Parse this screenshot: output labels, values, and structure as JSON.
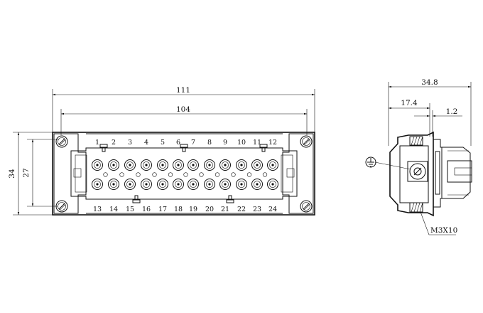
{
  "front_view": {
    "dims": {
      "overall_width": "111",
      "pin_span": "104",
      "overall_height": "34",
      "inner_height": "27"
    },
    "pins_top": [
      "1",
      "2",
      "3",
      "4",
      "5",
      "6",
      "7",
      "8",
      "9",
      "10",
      "11",
      "12"
    ],
    "pins_bottom": [
      "13",
      "14",
      "15",
      "16",
      "17",
      "18",
      "19",
      "20",
      "21",
      "22",
      "23",
      "24"
    ]
  },
  "side_view": {
    "dims": {
      "depth": "34.8",
      "half_depth": "17.4",
      "offset": "1.2"
    },
    "screw_label": "M3X10"
  },
  "icons": [
    "ground-symbol-icon"
  ]
}
